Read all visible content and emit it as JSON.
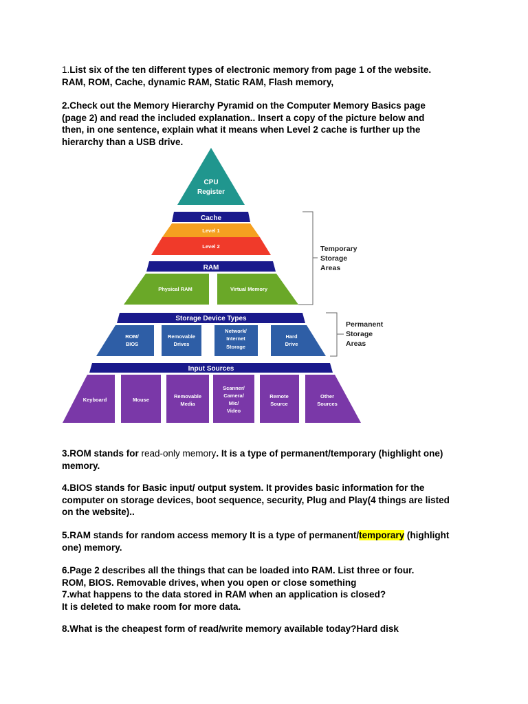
{
  "q1": {
    "num": "1.",
    "text": "List six of the ten different types of electronic memory from page 1 of the website.",
    "answer": "RAM, ROM, Cache, dynamic RAM, Static RAM, Flash memory,"
  },
  "q2": {
    "lines": [
      "2.Check out the Memory Hierarchy Pyramid on the Computer Memory Basics page",
      "(page 2) and read the included explanation.. Insert a copy of the picture below and",
      "then, in one sentence, explain what it means when Level 2 cache is further up the",
      "hierarchy than a USB drive."
    ]
  },
  "pyramid": {
    "cpu": [
      "CPU",
      "Register"
    ],
    "cache": {
      "header": "Cache",
      "level1": "Level 1",
      "level2": "Level 2"
    },
    "ram": {
      "header": "RAM",
      "physical": "Physical RAM",
      "virtual": "Virtual Memory"
    },
    "storage": {
      "header": "Storage Device Types",
      "rom_bios": [
        "ROM/",
        "BIOS"
      ],
      "removable": [
        "Removable",
        "Drives"
      ],
      "network": [
        "Network/",
        "Internet",
        "Storage"
      ],
      "hard": [
        "Hard",
        "Drive"
      ]
    },
    "input": {
      "header": "Input Sources",
      "keyboard": "Keyboard",
      "mouse": "Mouse",
      "removable_media": [
        "Removable",
        "Media"
      ],
      "scanner": [
        "Scanner/",
        "Camera/",
        "Mic/",
        "Video"
      ],
      "remote": [
        "Remote",
        "Source"
      ],
      "other": [
        "Other",
        "Sources"
      ]
    },
    "temporary_label": [
      "Temporary",
      "Storage",
      "Areas"
    ],
    "permanent_label": [
      "Permanent",
      "Storage",
      "Areas"
    ],
    "colors": {
      "cpu": "#20968e",
      "navy": "#1a1a8c",
      "cache_orange": "#f5a020",
      "cache_red": "#f03a2a",
      "ram_green": "#6aa828",
      "storage_blue": "#2e5ea6",
      "input_purple": "#7a38a8"
    }
  },
  "q3": {
    "lead": "3.ROM stands for ",
    "answer": "read-only memory",
    "rest": ". It is a type of permanent/temporary (highlight one)",
    "line2": "memory."
  },
  "q4": {
    "lines": [
      "4.BIOS stands for Basic input/ output system. It provides basic information for the",
      "computer on storage devices, boot sequence, security, Plug and Play(4 things are listed",
      "on the website).."
    ]
  },
  "q5": {
    "lead": "5.RAM stands for  random access memory It is a type of permanent/",
    "highlight": "temporary",
    "rest": " (highlight",
    "line2": "one) memory."
  },
  "q6": {
    "lines": [
      "6.Page 2 describes all the things that can be loaded into RAM. List three or four.",
      "ROM, BIOS. Removable drives, when you open or close something",
      "7.what happens to the data stored in RAM when an application is closed?",
      "It is deleted to make room for more data."
    ]
  },
  "q8": {
    "text": "8.What is the cheapest form of read/write memory available today?Hard disk"
  }
}
